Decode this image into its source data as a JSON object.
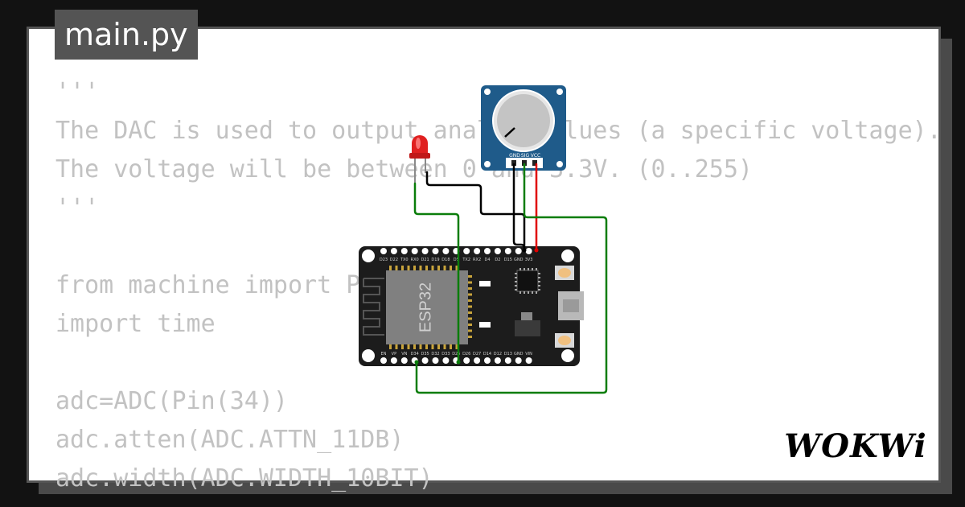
{
  "file_tab": {
    "name": "main.py"
  },
  "code_lines": [
    "'''",
    "The DAC is used to output analog values (a specific voltage).",
    "The voltage will be between 0 and 3.3V. (0..255)",
    "'''",
    "",
    "from machine import Pin, ADC, DAC",
    "import time",
    "",
    "adc=ADC(Pin(34))",
    "adc.atten(ADC.ATTN_11DB)",
    "adc.width(ADC.WIDTH_10BIT)"
  ],
  "board": {
    "chip_label": "ESP32",
    "top_pins": [
      "D23",
      "D22",
      "TX0",
      "RX0",
      "D21",
      "D19",
      "D18",
      "D5",
      "TX2",
      "RX2",
      "D4",
      "D2",
      "D15",
      "GND",
      "3V3"
    ],
    "bottom_pins": [
      "EN",
      "VP",
      "VN",
      "D34",
      "D35",
      "D32",
      "D33",
      "D25",
      "D26",
      "D27",
      "D14",
      "D12",
      "D13",
      "GND",
      "VIN"
    ]
  },
  "potentiometer": {
    "pin_labels": [
      "GND",
      "SIG",
      "VCC"
    ]
  },
  "logo": {
    "text": "WOKWi"
  },
  "colors": {
    "background": "#121212",
    "card": "#ffffff",
    "code_text": "#c2c2c2",
    "tab_bg": "#545454",
    "board": "#1c1c1c",
    "module": "#808080",
    "pot_pcb": "#1f5b8a",
    "wire_green": "#0a7d0a",
    "wire_black": "#000000",
    "wire_red": "#e00000",
    "led": "#e02020"
  }
}
